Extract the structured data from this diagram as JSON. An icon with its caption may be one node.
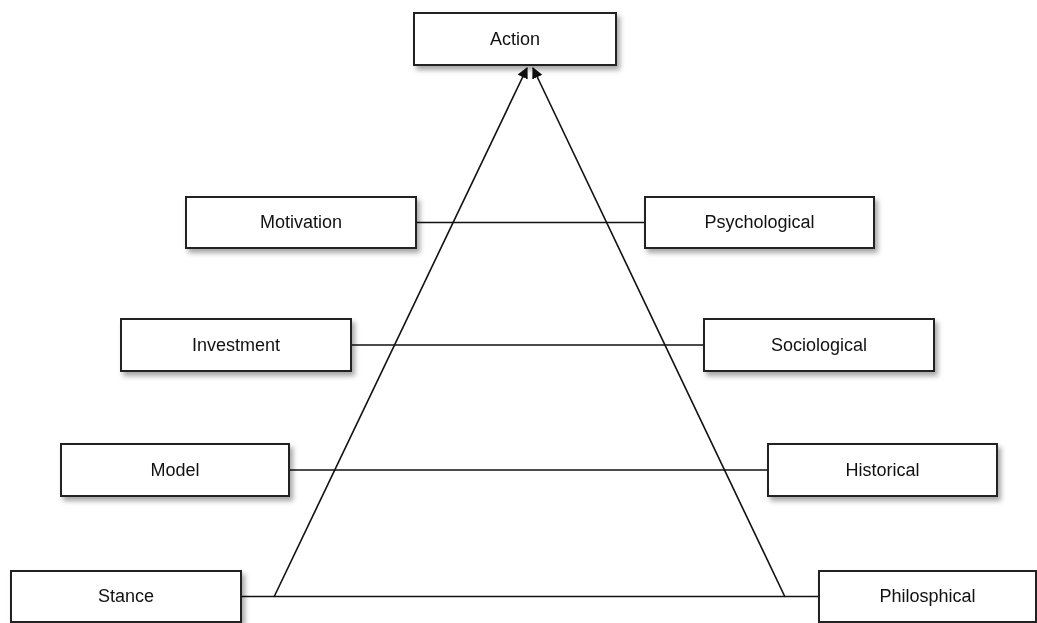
{
  "diagram": {
    "nodes": [
      {
        "text": [
          "Action"
        ]
      },
      {
        "text": [
          "Motivation"
        ]
      },
      {
        "text": [
          "Psychological"
        ]
      },
      {
        "text": [
          "Investment"
        ]
      },
      {
        "text": [
          "Sociological"
        ]
      },
      {
        "text": [
          "Model"
        ]
      },
      {
        "text": [
          "Historical"
        ]
      },
      {
        "text": [
          "Stance"
        ]
      },
      {
        "text": [
          "Philosphical"
        ]
      }
    ],
    "edges": [
      {
        "from": 1,
        "to": 2,
        "arrow": "none"
      },
      {
        "from": 3,
        "to": 4,
        "arrow": "none"
      },
      {
        "from": 5,
        "to": 6,
        "arrow": "none"
      },
      {
        "from": 7,
        "to": 8,
        "arrow": "none"
      },
      {
        "from": null,
        "to": 0,
        "arrow": "to"
      },
      {
        "from": null,
        "to": 0,
        "arrow": "to"
      }
    ]
  }
}
